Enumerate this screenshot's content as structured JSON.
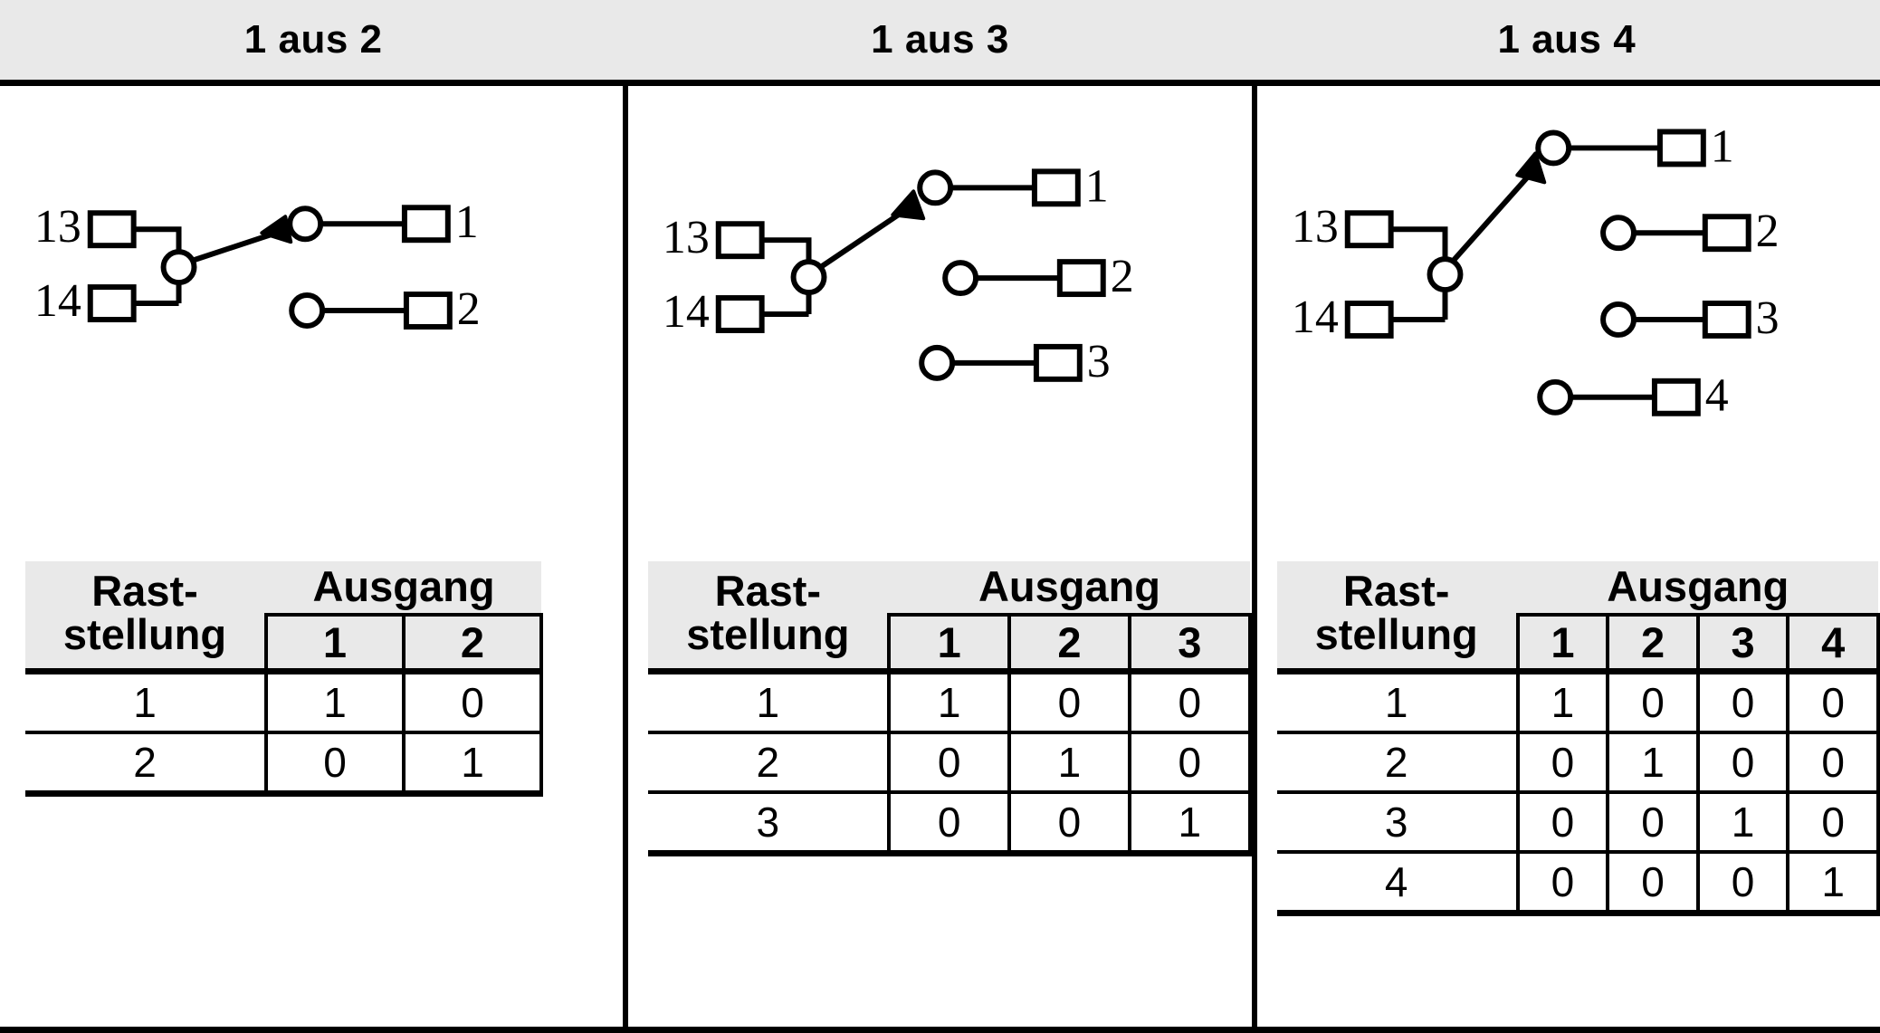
{
  "panels": [
    {
      "title": "1 aus 2",
      "schematic": {
        "input_terminals": [
          "13",
          "14"
        ],
        "output_terminals": [
          "1",
          "2"
        ],
        "selected_output": "1",
        "wiper_icon": "arrow-wiper-icon",
        "pivot_icon": "pivot-circle-icon",
        "terminal_icon": "terminal-square-icon"
      },
      "table": {
        "row_header": "Rast-\nstellung",
        "row_header_line1": "Rast-",
        "row_header_line2": "stellung",
        "group_header": "Ausgang",
        "columns": [
          "1",
          "2"
        ],
        "rows": [
          {
            "position": "1",
            "values": [
              "1",
              "0"
            ]
          },
          {
            "position": "2",
            "values": [
              "0",
              "1"
            ]
          }
        ]
      }
    },
    {
      "title": "1 aus 3",
      "schematic": {
        "input_terminals": [
          "13",
          "14"
        ],
        "output_terminals": [
          "1",
          "2",
          "3"
        ],
        "selected_output": "1",
        "wiper_icon": "arrow-wiper-icon",
        "pivot_icon": "pivot-circle-icon",
        "terminal_icon": "terminal-square-icon"
      },
      "table": {
        "row_header": "Rast-\nstellung",
        "row_header_line1": "Rast-",
        "row_header_line2": "stellung",
        "group_header": "Ausgang",
        "columns": [
          "1",
          "2",
          "3"
        ],
        "rows": [
          {
            "position": "1",
            "values": [
              "1",
              "0",
              "0"
            ]
          },
          {
            "position": "2",
            "values": [
              "0",
              "1",
              "0"
            ]
          },
          {
            "position": "3",
            "values": [
              "0",
              "0",
              "1"
            ]
          }
        ]
      }
    },
    {
      "title": "1 aus 4",
      "schematic": {
        "input_terminals": [
          "13",
          "14"
        ],
        "output_terminals": [
          "1",
          "2",
          "3",
          "4"
        ],
        "selected_output": "1",
        "wiper_icon": "arrow-wiper-icon",
        "pivot_icon": "pivot-circle-icon",
        "terminal_icon": "terminal-square-icon"
      },
      "table": {
        "row_header": "Rast-\nstellung",
        "row_header_line1": "Rast-",
        "row_header_line2": "stellung",
        "group_header": "Ausgang",
        "columns": [
          "1",
          "2",
          "3",
          "4"
        ],
        "rows": [
          {
            "position": "1",
            "values": [
              "1",
              "0",
              "0",
              "0"
            ]
          },
          {
            "position": "2",
            "values": [
              "0",
              "1",
              "0",
              "0"
            ]
          },
          {
            "position": "3",
            "values": [
              "0",
              "0",
              "1",
              "0"
            ]
          },
          {
            "position": "4",
            "values": [
              "0",
              "0",
              "0",
              "1"
            ]
          }
        ]
      }
    }
  ],
  "colors": {
    "band": "#e9e9e9",
    "line": "#000000",
    "background": "#ffffff"
  }
}
